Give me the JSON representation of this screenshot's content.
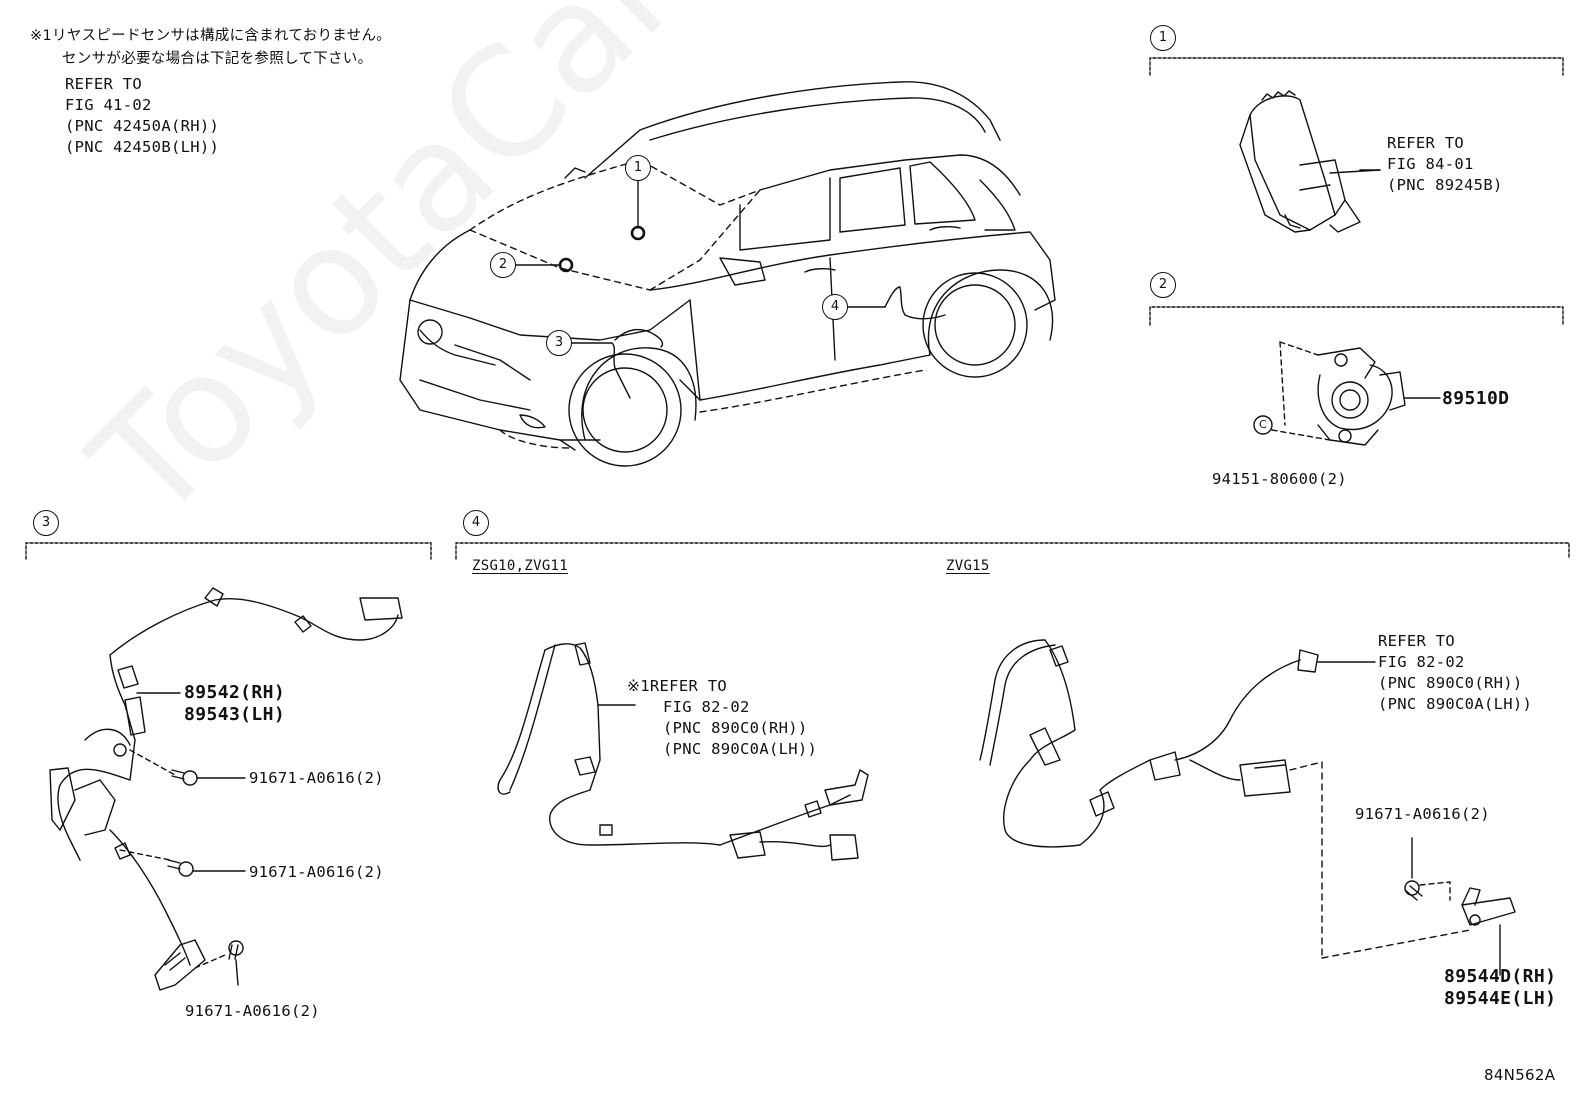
{
  "note": {
    "line1": "※1リヤスピードセンサは構成に含まれておりません。",
    "line2": "センサが必要な場合は下記を参照して下さい。",
    "line3": "REFER TO",
    "line4": "FIG 41-02",
    "line5": "(PNC 42450A(RH))",
    "line6": "(PNC 42450B(LH))"
  },
  "callouts": {
    "c1": "1",
    "c2": "2",
    "c3": "3",
    "c4": "4"
  },
  "section1": {
    "ref1": "REFER TO",
    "ref2": "FIG 84-01",
    "ref3": "(PNC 89245B)"
  },
  "section2": {
    "part": "89510D",
    "screw": "94151-80600(2)",
    "screw_mark": "C"
  },
  "section3": {
    "part_rh": "89542(RH)",
    "part_lh": "89543(LH)",
    "bolt_a": "91671-A0616(2)",
    "bolt_b": "91671-A0616(2)",
    "bolt_c": "91671-A0616(2)"
  },
  "section4": {
    "model_a": "ZSG10,ZVG11",
    "model_b": "ZVG15",
    "left_ref1": "※1REFER TO",
    "left_ref2": "FIG 82-02",
    "left_ref3": "(PNC 890C0(RH))",
    "left_ref4": "(PNC 890C0A(LH))",
    "right_ref1": "REFER TO",
    "right_ref2": "FIG 82-02",
    "right_ref3": "(PNC 890C0(RH))",
    "right_ref4": "(PNC 890C0A(LH))",
    "bolt": "91671-A0616(2)",
    "part_rh": "89544D(RH)",
    "part_lh": "89544E(LH)"
  },
  "figure_code": "84N562A",
  "watermark": "ToyotaCarMine.ru"
}
